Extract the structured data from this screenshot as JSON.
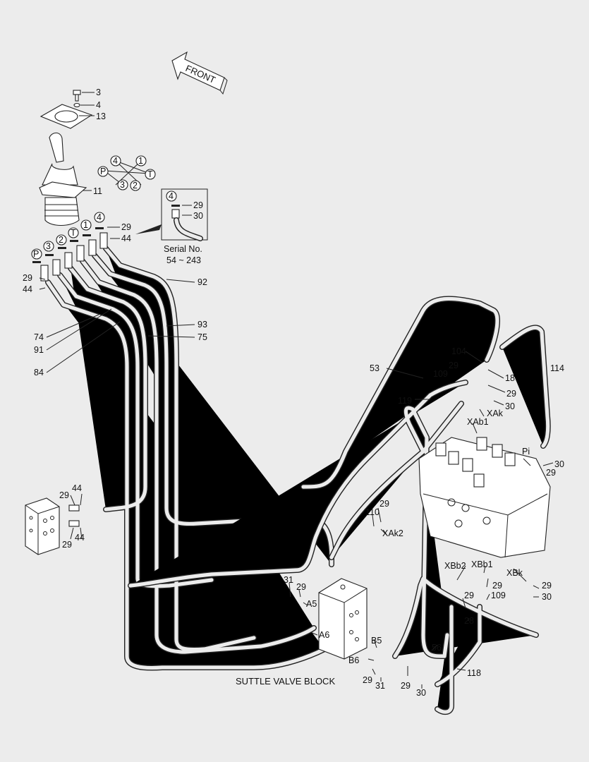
{
  "front_label": "FRONT",
  "port_circles": [
    "P",
    "3",
    "2",
    "T",
    "1",
    "4"
  ],
  "pattern_circles": [
    "4",
    "1",
    "P",
    "T",
    "3",
    "2"
  ],
  "inset": {
    "circle": "4",
    "labels": [
      "29",
      "30"
    ],
    "serial_line1": "Serial No.",
    "serial_line2": "54 ~ 243"
  },
  "callouts": {
    "c3": "3",
    "c4": "4",
    "c13": "13",
    "c11": "11",
    "c29a": "29",
    "c44a": "44",
    "c29b": "29",
    "c44b": "44",
    "c92": "92",
    "c93": "93",
    "c75": "75",
    "c74": "74",
    "c91": "91",
    "c84": "84",
    "c29c": "29",
    "c44c": "44",
    "c29d": "29",
    "c44d": "44",
    "c53": "53",
    "c104": "104",
    "c114": "114",
    "c29e": "29",
    "c109a": "109",
    "c18": "18",
    "c29f": "29",
    "c30a": "30",
    "c119": "119",
    "cXAk": "XAk",
    "cXAb1": "XAb1",
    "cPi": "Pi",
    "c30b": "30",
    "c29g": "29",
    "c29h": "29",
    "c110": "110",
    "cXAk2": "XAk2",
    "cXBb2": "XBb2",
    "cXBb1": "XBb1",
    "cXBk": "XBk",
    "c29i": "29",
    "c109b": "109",
    "c29j": "29",
    "c28": "28",
    "c29k": "29",
    "c30c": "30",
    "c31a": "31",
    "c29l": "29",
    "cA5": "A5",
    "cA6": "A6",
    "cB5": "B5",
    "cB6": "B6",
    "c56": "56",
    "c118": "118",
    "c29m": "29",
    "c31b": "31",
    "c29n": "29",
    "c30d": "30",
    "block_name": "SUTTLE VALVE BLOCK"
  }
}
